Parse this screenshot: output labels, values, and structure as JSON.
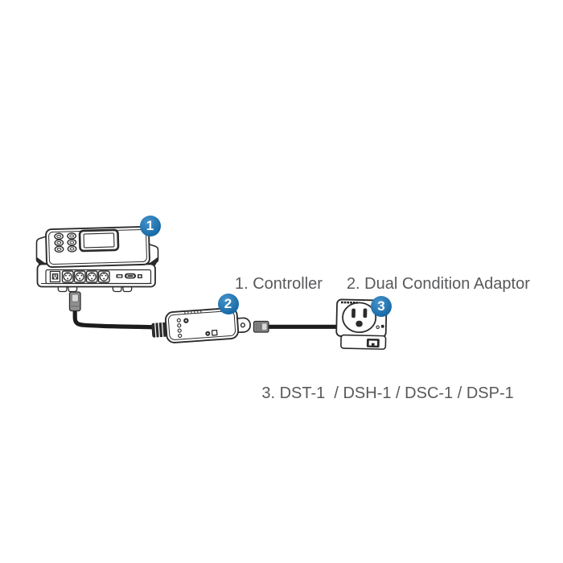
{
  "legend": {
    "row1": [
      "1. Controller",
      "2. Dual Condition Adaptor"
    ],
    "row2": "3. DST-1  / DSH-1 / DSC-1 / DSP-1"
  },
  "callouts": [
    {
      "label": "1"
    },
    {
      "label": "2"
    },
    {
      "label": "3"
    }
  ],
  "colors": {
    "callout_blue": "#1878be",
    "line_art": "#2b2b2c",
    "legend_text": "#58595b",
    "cable": "#1c1c1c"
  }
}
